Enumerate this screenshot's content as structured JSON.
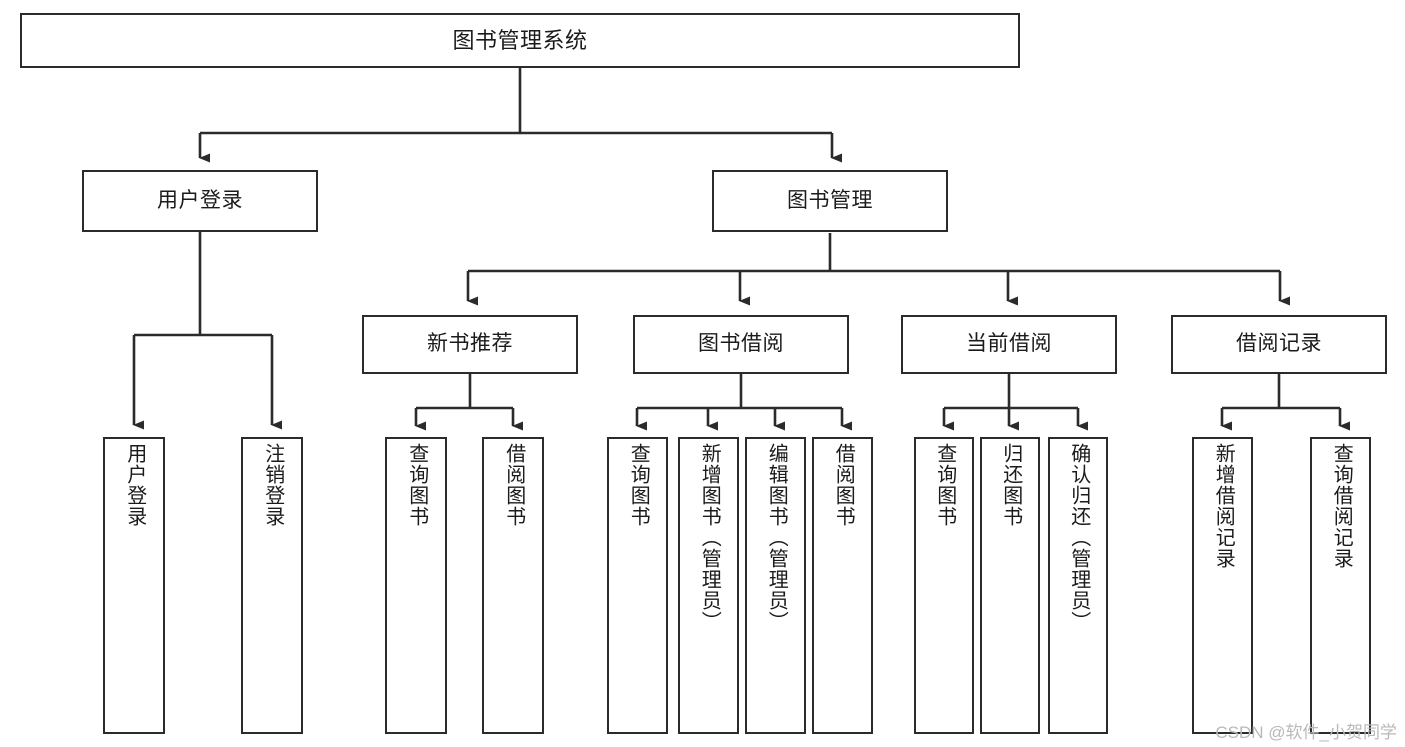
{
  "diagram": {
    "title": "图书管理系统",
    "type": "hierarchy-tree",
    "background_color": "#ffffff",
    "line_color": "#2b2b2b",
    "box_border_color": "#2b2b2b",
    "text_color": "#1b1b1b",
    "watermark": "CSDN @软件_小贺同学",
    "nodes": {
      "root": {
        "label": "图书管理系统"
      },
      "level1": [
        {
          "label": "用户登录"
        },
        {
          "label": "图书管理"
        }
      ],
      "level2": [
        {
          "label": "新书推荐"
        },
        {
          "label": "图书借阅"
        },
        {
          "label": "当前借阅"
        },
        {
          "label": "借阅记录"
        }
      ],
      "leaves_user_login": [
        {
          "label": "用户登录"
        },
        {
          "label": "注销登录"
        }
      ],
      "leaves_new_book": [
        {
          "label": "查询图书"
        },
        {
          "label": "借阅图书"
        }
      ],
      "leaves_book_borrow": [
        {
          "label": "查询图书"
        },
        {
          "label": "新增图书（管理员）"
        },
        {
          "label": "编辑图书（管理员）"
        },
        {
          "label": "借阅图书"
        }
      ],
      "leaves_current_borrow": [
        {
          "label": "查询图书"
        },
        {
          "label": "归还图书"
        },
        {
          "label": "确认归还（管理员）"
        }
      ],
      "leaves_borrow_record": [
        {
          "label": "新增借阅记录"
        },
        {
          "label": "查询借阅记录"
        }
      ]
    }
  }
}
